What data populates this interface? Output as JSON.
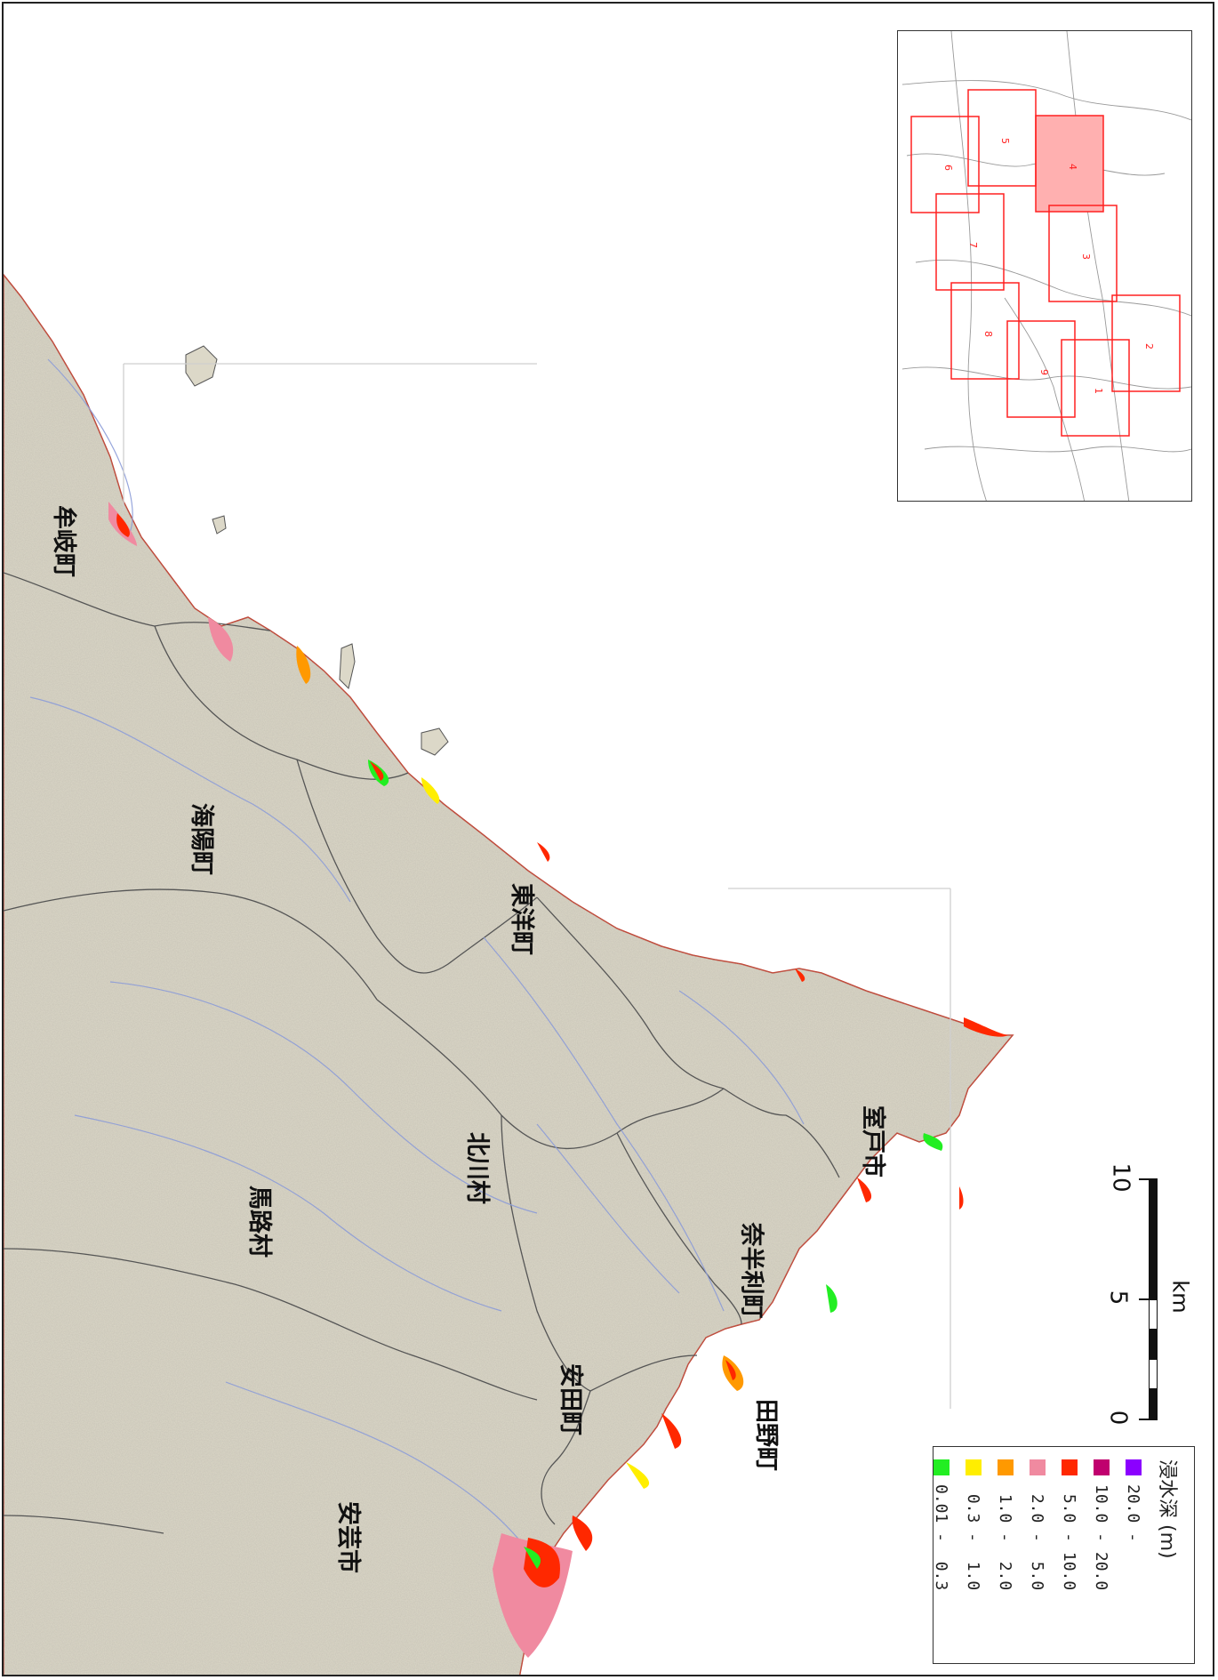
{
  "map": {
    "municipalities": [
      {
        "id": "muroto-shi",
        "name": "室戸市"
      },
      {
        "id": "toyo-cho",
        "name": "東洋町"
      },
      {
        "id": "kaiyo-cho",
        "name": "海陽町"
      },
      {
        "id": "mugi-cho",
        "name": "牟岐町"
      },
      {
        "id": "kitagawa-mura",
        "name": "北川村"
      },
      {
        "id": "umaji-mura",
        "name": "馬路村"
      },
      {
        "id": "nahari-cho",
        "name": "奈半利町"
      },
      {
        "id": "yasuda-cho",
        "name": "安田町"
      },
      {
        "id": "tano-cho",
        "name": "田野町"
      },
      {
        "id": "aki-shi",
        "name": "安芸市"
      }
    ],
    "colors": {
      "land": "#dcd8c8",
      "sea": "#ffffff",
      "boundary": "#555555",
      "river": "#8c9cd8",
      "coast_flood": "#ff2020"
    }
  },
  "overview": {
    "sheets": [
      "1",
      "2",
      "3",
      "4",
      "5",
      "6",
      "7",
      "8",
      "9"
    ],
    "highlighted_sheet": "4",
    "frame_color": "#ff2020",
    "highlight_fill": "#ffb0b0"
  },
  "scalebar": {
    "ticks": [
      "0",
      "5",
      "10"
    ],
    "unit": "km"
  },
  "legend": {
    "title": "浸水深 (m)",
    "classes": [
      {
        "range": "20.0 -     ",
        "color": "#8b00ff"
      },
      {
        "range": "10.0 - 20.0",
        "color": "#c0006e"
      },
      {
        "range": " 5.0 - 10.0",
        "color": "#ff2800"
      },
      {
        "range": " 2.0 -  5.0",
        "color": "#f08aa0"
      },
      {
        "range": " 1.0 -  2.0",
        "color": "#ff9900"
      },
      {
        "range": " 0.3 -  1.0",
        "color": "#ffee00"
      },
      {
        "range": "0.01 -  0.3",
        "color": "#22ee22"
      }
    ]
  }
}
